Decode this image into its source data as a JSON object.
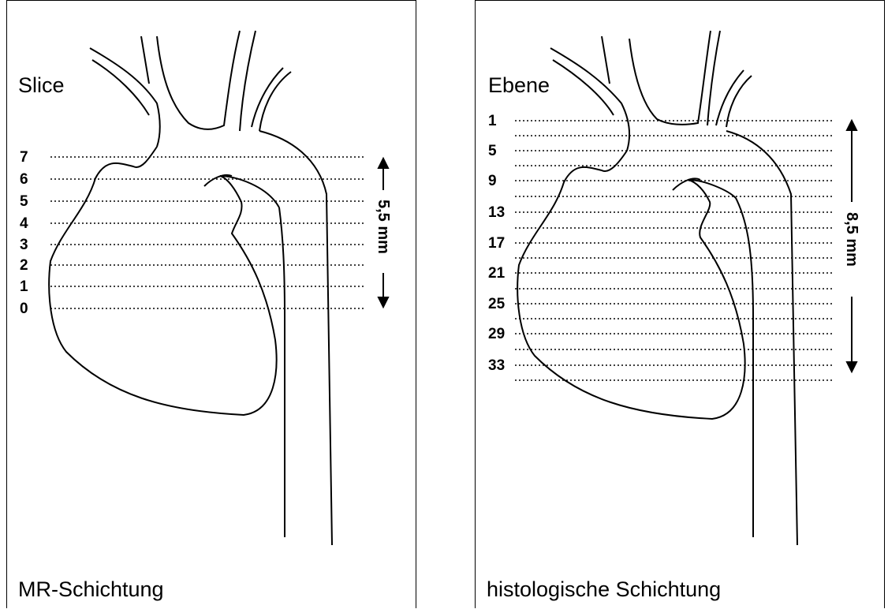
{
  "left": {
    "heading": "Slice",
    "caption": "MR-Schichtung",
    "levels": [
      "7",
      "6",
      "5",
      "4",
      "3",
      "2",
      "1",
      "0"
    ],
    "scale_label": "5,5 mm"
  },
  "right": {
    "heading": "Ebene",
    "caption": "histologische Schichtung",
    "levels": [
      "1",
      "5",
      "9",
      "13",
      "17",
      "21",
      "25",
      "29",
      "33"
    ],
    "scale_label": "8,5 mm"
  }
}
